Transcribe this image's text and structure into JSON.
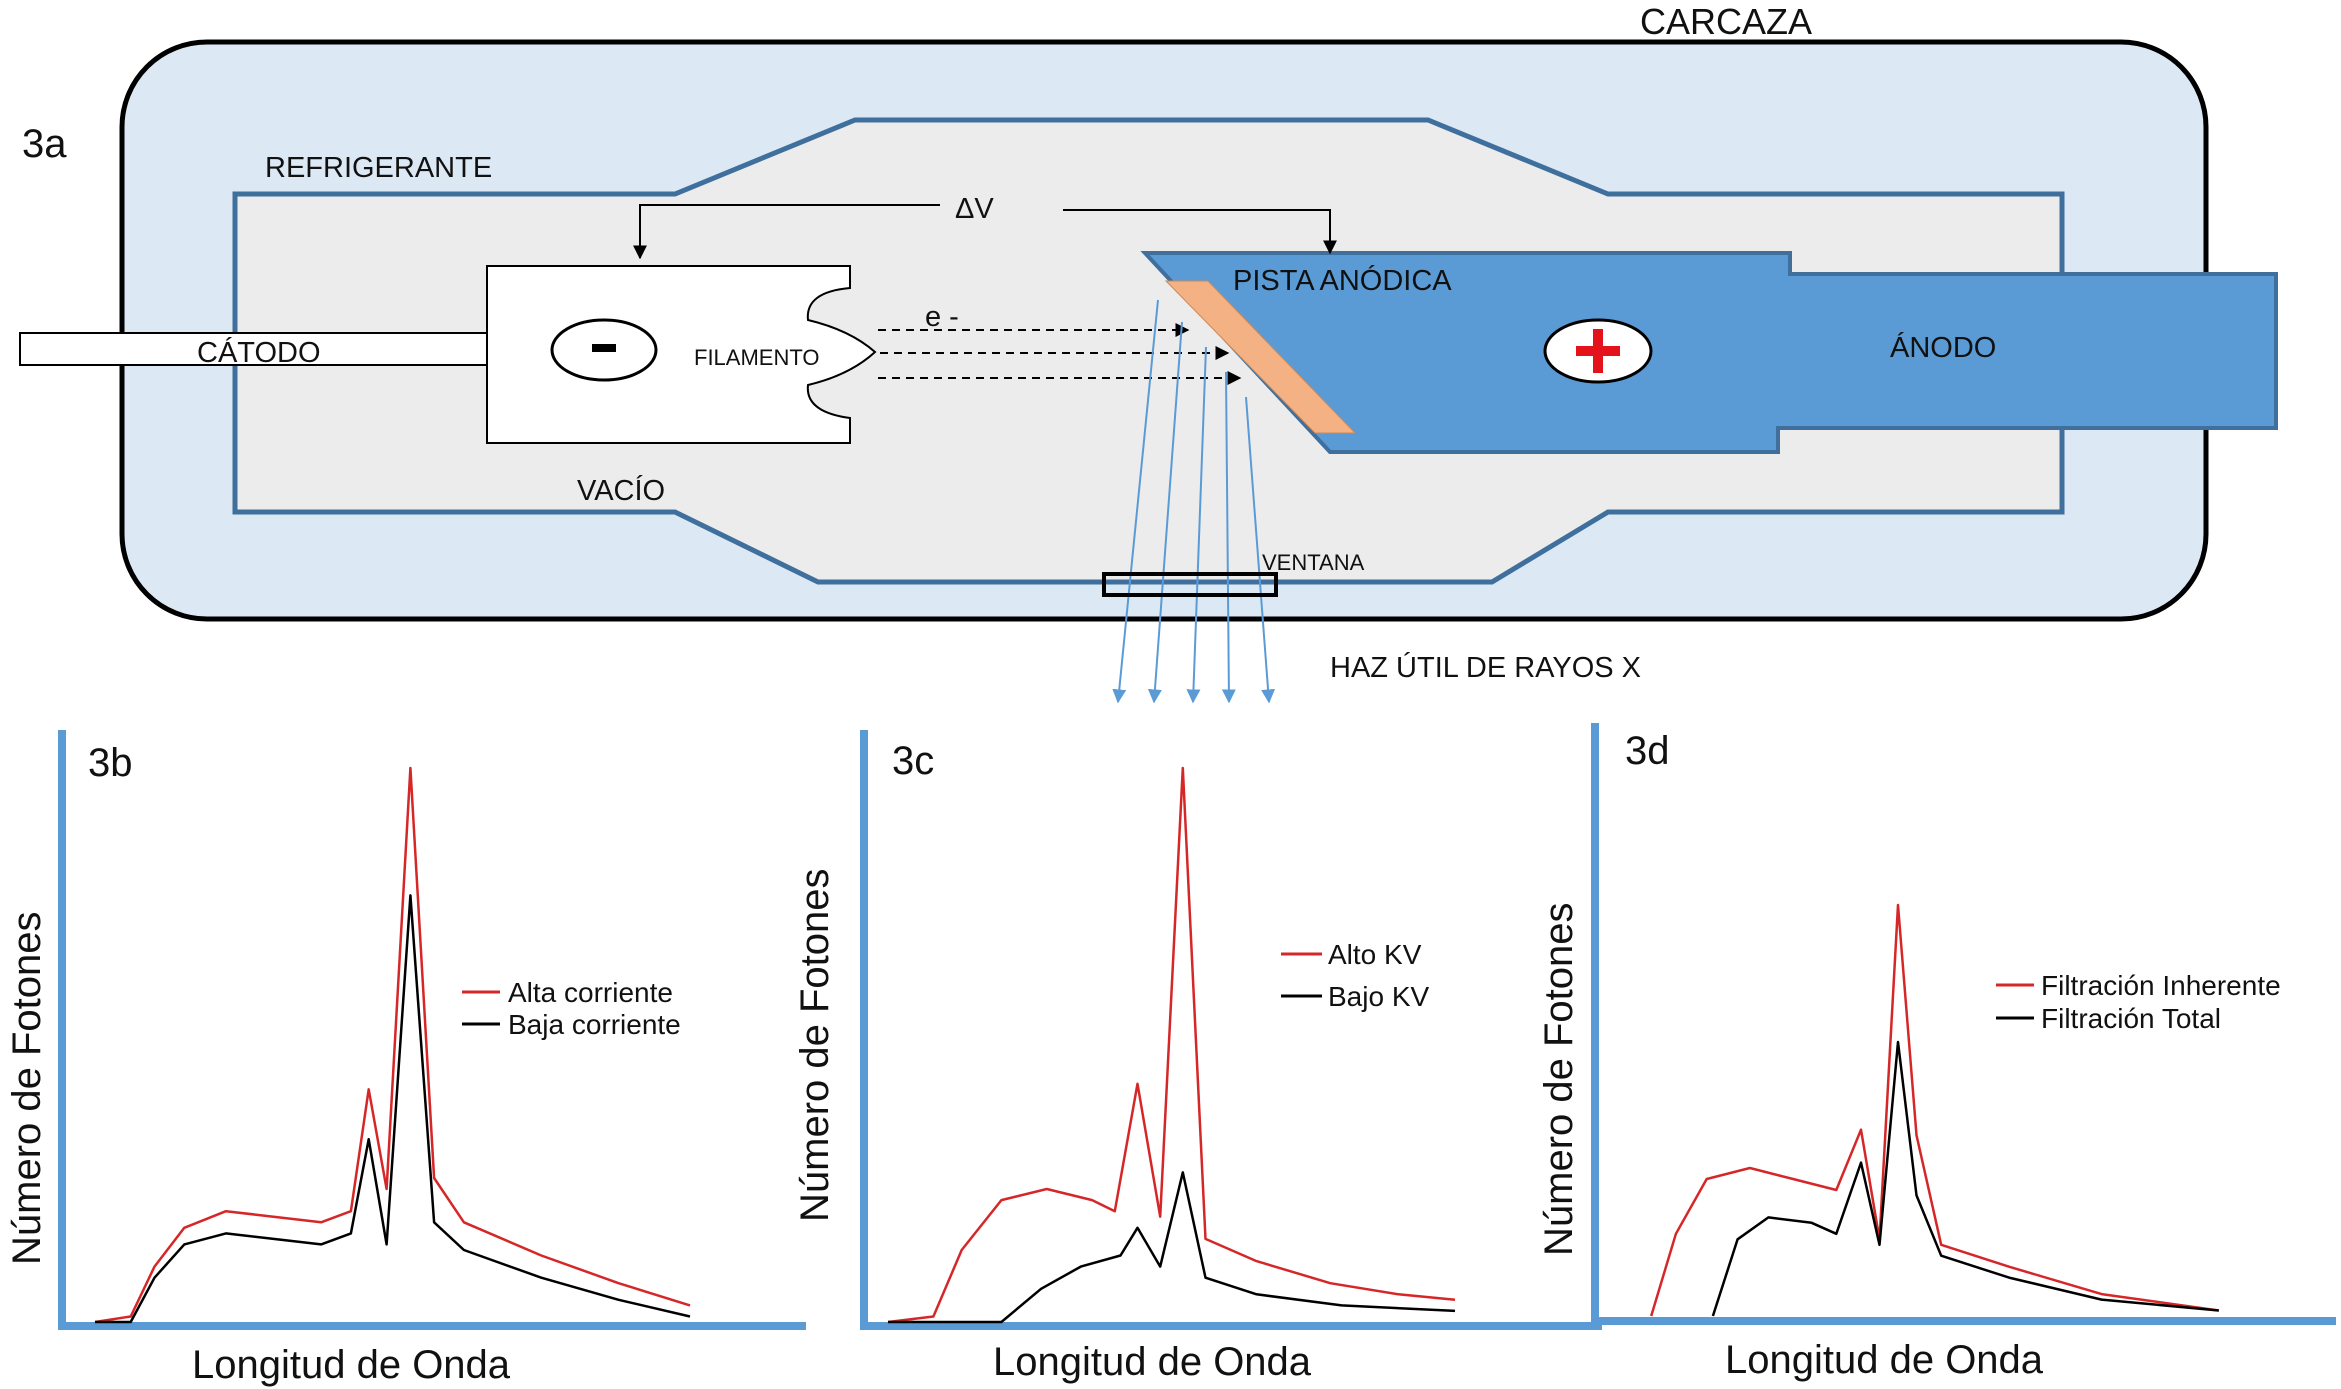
{
  "colors": {
    "housing_fill": "#dce9f5",
    "tube_outline": "#3f6f9c",
    "vacuum_fill": "#ececec",
    "anode_fill": "#5b9bd5",
    "anode_track_fill": "#f4b183",
    "axis_blue": "#5b9bd5",
    "ray_blue": "#5b9bd5",
    "series_red": "#d62728",
    "series_black": "#000000",
    "plus_red": "#e3121b"
  },
  "diagram": {
    "panel_id": "3a",
    "housing_label": "CARCAZA",
    "coolant_label": "REFRIGERANTE",
    "vacuum_label": "VACÍO",
    "cathode_label": "CÁTODO",
    "filament_label": "FILAMENTO",
    "cathode_sign": "-",
    "anode_sign": "+",
    "voltage_label": "ΔV",
    "electron_label": "e -",
    "anode_track_label": "PISTA ANÓDICA",
    "anode_label": "ÁNODO",
    "window_label": "VENTANA",
    "beam_label": "HAZ ÚTIL DE RAYOS X",
    "icons": [
      "cathode-minus-icon",
      "anode-plus-icon",
      "electron-arrow-icon",
      "xray-arrow-icon"
    ]
  },
  "chart_data": [
    {
      "type": "line",
      "panel_id": "3b",
      "xlabel": "Longitud de Onda",
      "ylabel": "Número de Fotones",
      "legend_position": "right",
      "series": [
        {
          "name": "Alta corriente",
          "color": "series_red",
          "points": [
            [
              0,
              0
            ],
            [
              0.06,
              0.01
            ],
            [
              0.1,
              0.1
            ],
            [
              0.15,
              0.17
            ],
            [
              0.22,
              0.2
            ],
            [
              0.3,
              0.19
            ],
            [
              0.38,
              0.18
            ],
            [
              0.43,
              0.2
            ],
            [
              0.46,
              0.42
            ],
            [
              0.49,
              0.24
            ],
            [
              0.53,
              1.0
            ],
            [
              0.57,
              0.26
            ],
            [
              0.62,
              0.18
            ],
            [
              0.75,
              0.12
            ],
            [
              0.88,
              0.07
            ],
            [
              1,
              0.03
            ]
          ]
        },
        {
          "name": "Baja corriente",
          "color": "series_black",
          "points": [
            [
              0,
              0
            ],
            [
              0.06,
              0.0
            ],
            [
              0.1,
              0.08
            ],
            [
              0.15,
              0.14
            ],
            [
              0.22,
              0.16
            ],
            [
              0.3,
              0.15
            ],
            [
              0.38,
              0.14
            ],
            [
              0.43,
              0.16
            ],
            [
              0.46,
              0.33
            ],
            [
              0.49,
              0.14
            ],
            [
              0.53,
              0.77
            ],
            [
              0.57,
              0.18
            ],
            [
              0.62,
              0.13
            ],
            [
              0.75,
              0.08
            ],
            [
              0.88,
              0.04
            ],
            [
              1,
              0.01
            ]
          ]
        }
      ]
    },
    {
      "type": "line",
      "panel_id": "3c",
      "xlabel": "Longitud de Onda",
      "ylabel": "Número de Fotones",
      "legend_position": "right",
      "series": [
        {
          "name": "Alto KV",
          "color": "series_red",
          "points": [
            [
              0,
              0
            ],
            [
              0.08,
              0.01
            ],
            [
              0.13,
              0.13
            ],
            [
              0.2,
              0.22
            ],
            [
              0.28,
              0.24
            ],
            [
              0.36,
              0.22
            ],
            [
              0.4,
              0.2
            ],
            [
              0.44,
              0.43
            ],
            [
              0.48,
              0.19
            ],
            [
              0.52,
              1.0
            ],
            [
              0.56,
              0.15
            ],
            [
              0.65,
              0.11
            ],
            [
              0.78,
              0.07
            ],
            [
              0.9,
              0.05
            ],
            [
              1,
              0.04
            ]
          ]
        },
        {
          "name": "Bajo KV",
          "color": "series_black",
          "points": [
            [
              0,
              0
            ],
            [
              0.2,
              0.0
            ],
            [
              0.27,
              0.06
            ],
            [
              0.34,
              0.1
            ],
            [
              0.41,
              0.12
            ],
            [
              0.44,
              0.17
            ],
            [
              0.48,
              0.1
            ],
            [
              0.52,
              0.27
            ],
            [
              0.56,
              0.08
            ],
            [
              0.65,
              0.05
            ],
            [
              0.8,
              0.03
            ],
            [
              1,
              0.02
            ]
          ]
        }
      ]
    },
    {
      "type": "line",
      "panel_id": "3d",
      "xlabel": "Longitud de Onda",
      "ylabel": "Número de Fotones",
      "legend_position": "right",
      "series": [
        {
          "name": "Filtración Inherente",
          "color": "series_red",
          "points": [
            [
              0.07,
              0
            ],
            [
              0.11,
              0.15
            ],
            [
              0.16,
              0.25
            ],
            [
              0.23,
              0.27
            ],
            [
              0.3,
              0.25
            ],
            [
              0.37,
              0.23
            ],
            [
              0.41,
              0.34
            ],
            [
              0.44,
              0.14
            ],
            [
              0.47,
              0.75
            ],
            [
              0.5,
              0.33
            ],
            [
              0.54,
              0.13
            ],
            [
              0.65,
              0.09
            ],
            [
              0.8,
              0.04
            ],
            [
              0.99,
              0.01
            ]
          ]
        },
        {
          "name": "Filtración Total",
          "color": "series_black",
          "points": [
            [
              0.17,
              0
            ],
            [
              0.21,
              0.14
            ],
            [
              0.26,
              0.18
            ],
            [
              0.33,
              0.17
            ],
            [
              0.37,
              0.15
            ],
            [
              0.41,
              0.28
            ],
            [
              0.44,
              0.13
            ],
            [
              0.47,
              0.5
            ],
            [
              0.5,
              0.22
            ],
            [
              0.54,
              0.11
            ],
            [
              0.65,
              0.07
            ],
            [
              0.8,
              0.03
            ],
            [
              0.99,
              0.01
            ]
          ]
        }
      ]
    }
  ]
}
